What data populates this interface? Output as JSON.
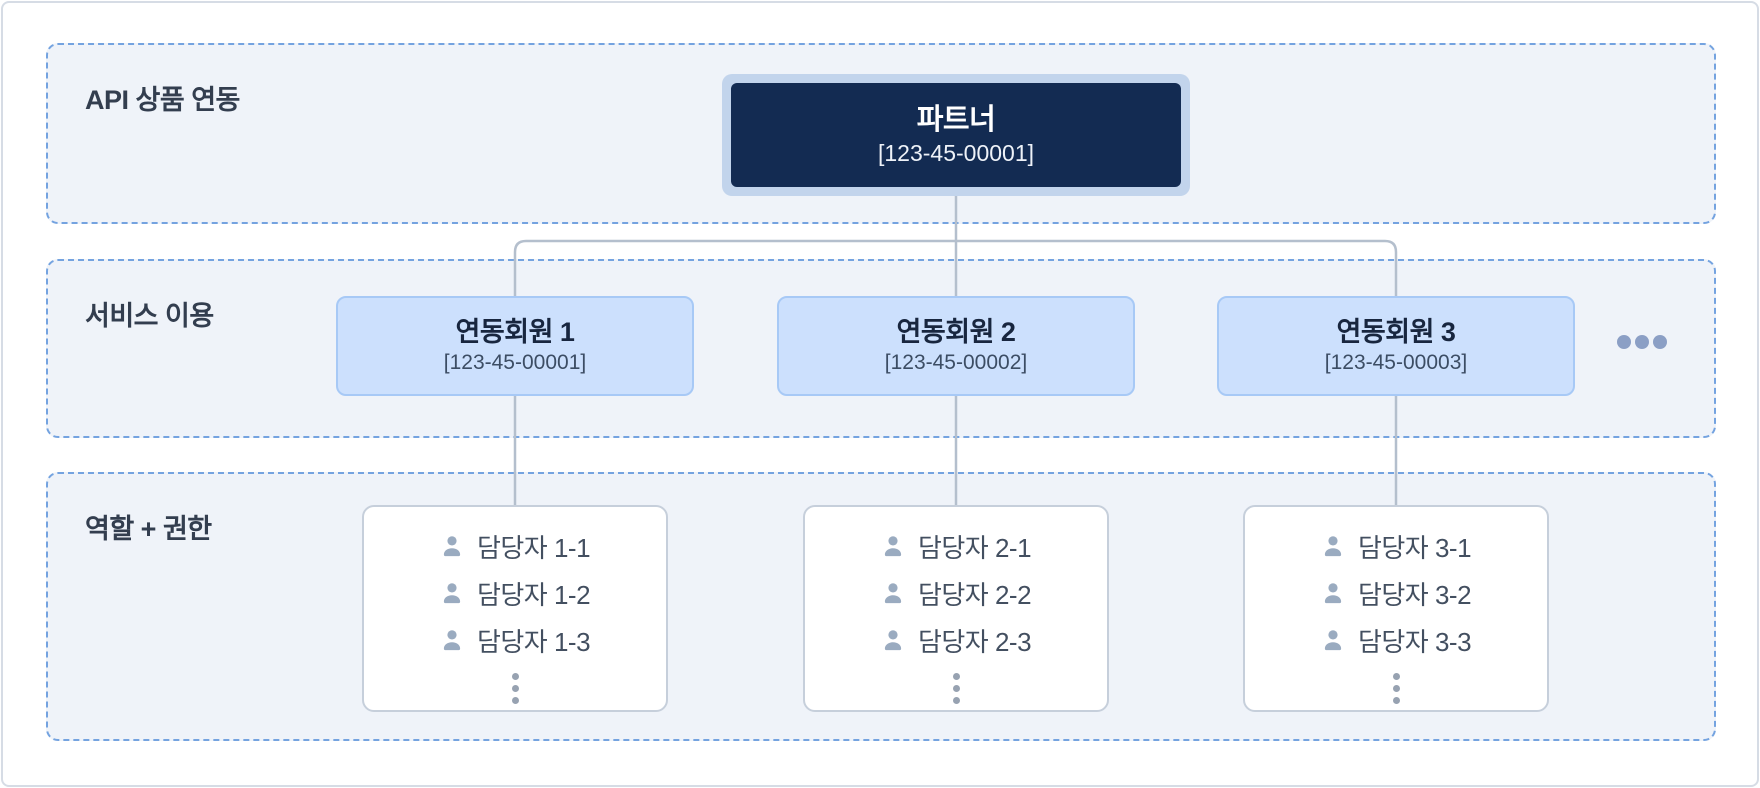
{
  "sections": {
    "api": {
      "label": "API 상품 연동"
    },
    "service": {
      "label": "서비스 이용"
    },
    "role": {
      "label": "역할 + 권한"
    }
  },
  "partner": {
    "name": "파트너",
    "id": "[123-45-00001]"
  },
  "members": [
    {
      "name": "연동회원 1",
      "id": "[123-45-00001]"
    },
    {
      "name": "연동회원 2",
      "id": "[123-45-00002]"
    },
    {
      "name": "연동회원 3",
      "id": "[123-45-00003]"
    }
  ],
  "managers": [
    [
      "담당자 1-1",
      "담당자 1-2",
      "담당자 1-3"
    ],
    [
      "담당자 2-1",
      "담당자 2-2",
      "담당자 2-3"
    ],
    [
      "담당자 3-1",
      "담당자 3-2",
      "담당자 3-3"
    ]
  ],
  "icons": {
    "person": "person-icon",
    "more_horizontal": "more-horizontal-icon",
    "more_vertical": "vertical-ellipsis-icon"
  },
  "colors": {
    "partner_fill": "#132b52",
    "partner_glow": "#c2d4ec",
    "member_fill": "#cce0fd",
    "member_border": "#a7c9f6",
    "section_fill": "#eff3f9",
    "section_dash": "#74a3e0",
    "connector": "#b4bfcd",
    "card_border": "#c6cfdb"
  }
}
